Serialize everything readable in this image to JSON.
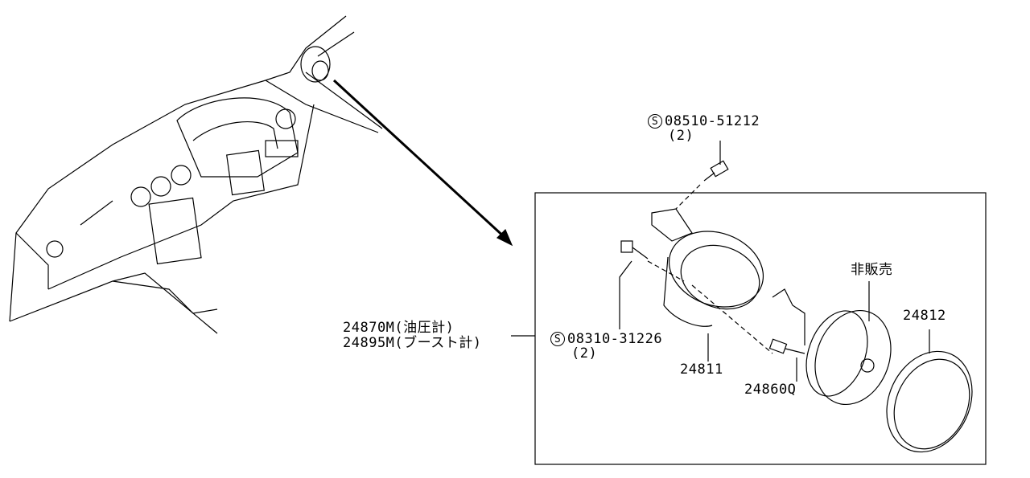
{
  "parts": {
    "bolt_top": {
      "symbol": "S",
      "number": "08510-51212",
      "qty": "(2)"
    },
    "bolt_left": {
      "symbol": "S",
      "number": "08310-31226",
      "qty": "(2)"
    },
    "gauge_oil": "24870M(油圧計)",
    "gauge_boost": "24895M(ブースト計)",
    "housing": "24811",
    "bulb": "24860Q",
    "not_for_sale": "非販売",
    "bezel": "24812"
  }
}
